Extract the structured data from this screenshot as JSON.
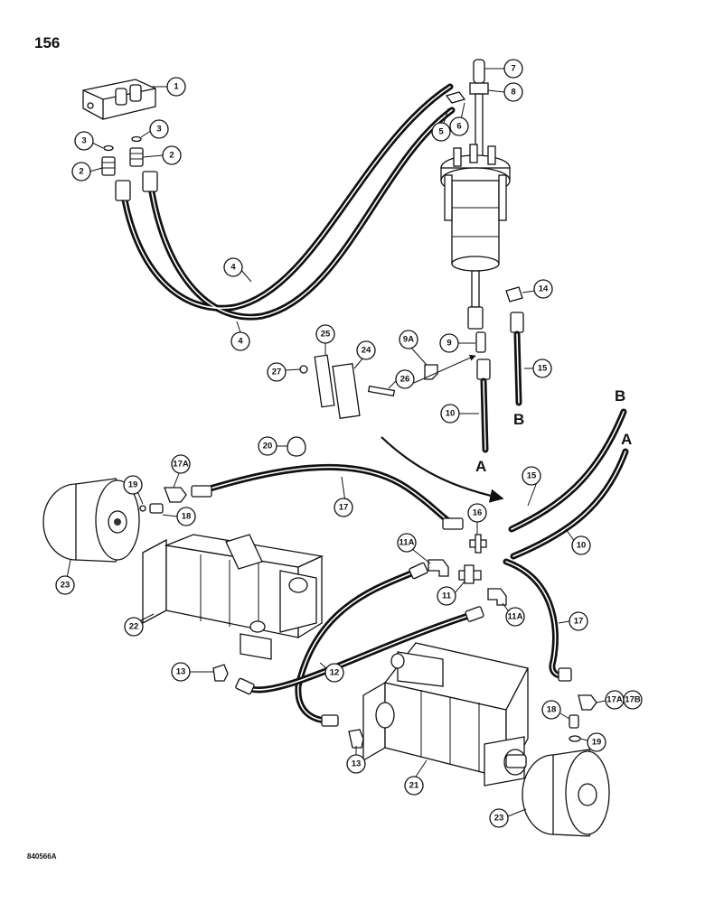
{
  "page": {
    "number": "156",
    "figure_code": "840566A"
  },
  "hose_end_labels": [
    "A",
    "B"
  ],
  "callouts": [
    "1",
    "2",
    "3",
    "4",
    "5",
    "6",
    "7",
    "8",
    "9",
    "9A",
    "10",
    "11",
    "11A",
    "12",
    "13",
    "14",
    "15",
    "16",
    "17",
    "17A",
    "17B",
    "18",
    "19",
    "20",
    "21",
    "22",
    "23",
    "24",
    "25",
    "26",
    "27"
  ]
}
